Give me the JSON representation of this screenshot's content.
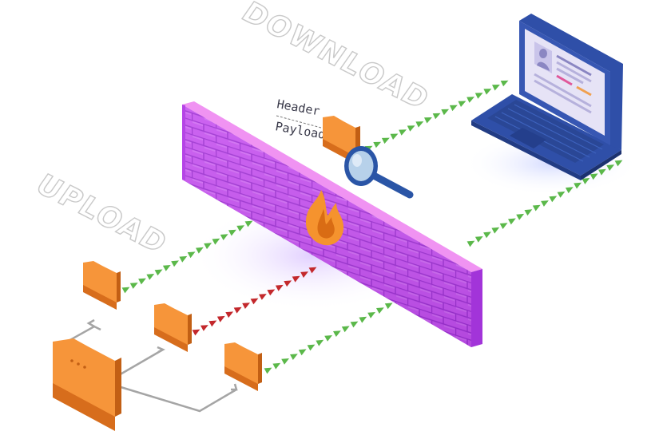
{
  "labels": {
    "download": "DOWNLOAD",
    "upload": "UPLOAD",
    "header": "Header",
    "payload": "Payload"
  },
  "icons": [
    "firewall-wall",
    "fire-icon",
    "magnifier-icon",
    "laptop-icon",
    "folder-icon"
  ],
  "colors": {
    "wall_top": "#ef8bf2",
    "wall_front": "#c44ff0",
    "wall_side": "#a032d8",
    "brick_line": "#9a2ccb",
    "folder_front": "#f6953a",
    "folder_dark": "#d76d1c",
    "flame": "#f5932e",
    "laptop": "#2f4fa8",
    "laptop_dark": "#233b84",
    "screen": "#e6e3f6",
    "allowed_arrow": "#5bb84a",
    "blocked_arrow": "#c3282c",
    "branch_line": "#a5a5a5"
  },
  "flows": [
    {
      "name": "upload-allowed-top",
      "status": "allowed"
    },
    {
      "name": "upload-blocked-middle",
      "status": "blocked"
    },
    {
      "name": "upload-allowed-bottom",
      "status": "allowed"
    },
    {
      "name": "download-to-laptop",
      "status": "allowed"
    },
    {
      "name": "laptop-return",
      "status": "allowed"
    }
  ]
}
